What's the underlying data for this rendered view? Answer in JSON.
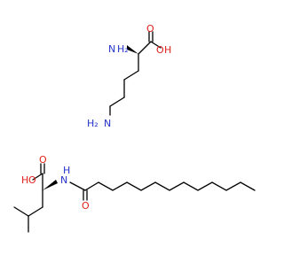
{
  "colors": {
    "bond": "#000000",
    "nitrogen": "#2433c9",
    "oxygen": "#e0201b",
    "background": "#ffffff"
  },
  "lysine": {
    "amine_alpha": {
      "h2": "H₂",
      "n": "N"
    },
    "oxygen_carbonyl": "O",
    "hydroxyl": {
      "o": "O",
      "h": "H"
    },
    "amine_epsilon": {
      "h2": "H₂",
      "n": "N"
    }
  },
  "lauroyl_leucine": {
    "hydroxyl": {
      "h": "H",
      "o": "O"
    },
    "oxygen_carbonyl_acid": "O",
    "amide_n": {
      "n": "N",
      "h": "H"
    },
    "oxygen_carbonyl_amide": "O"
  }
}
